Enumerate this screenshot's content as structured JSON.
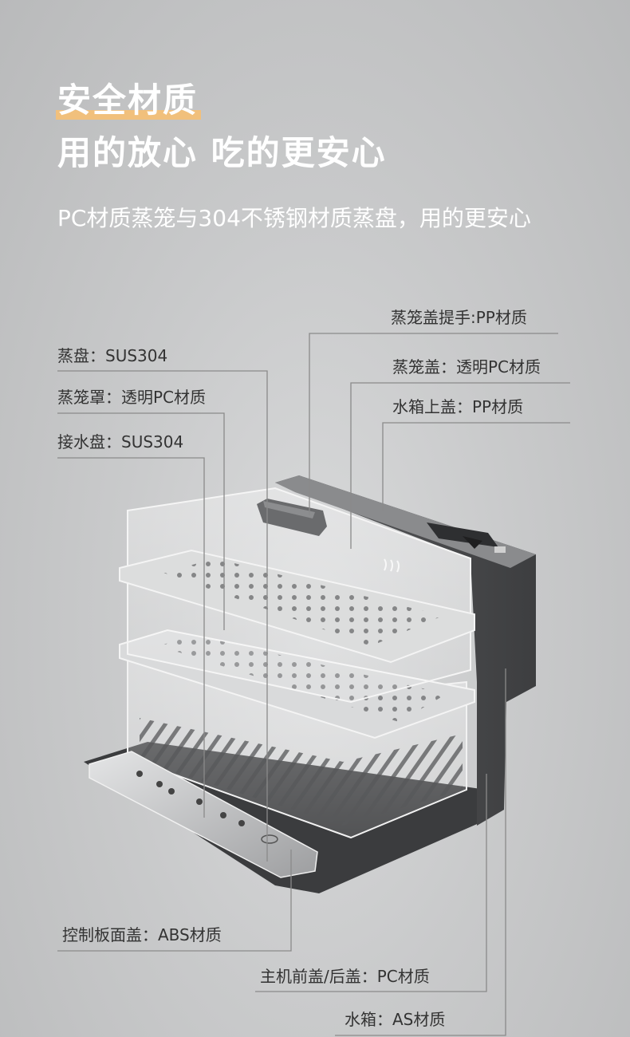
{
  "headline": {
    "tag": "安全材质",
    "slogan": "用的放心  吃的更安心",
    "description": "PC材质蒸笼与304不锈钢材质蒸盘，用的更安心"
  },
  "labels": {
    "handle": "蒸笼盖提手:PP材质",
    "steamer_lid": "蒸笼盖：透明PC材质",
    "tank_top_cover": "水箱上盖：PP材质",
    "steam_tray": "蒸盘：SUS304",
    "steamer_cover": "蒸笼罩：透明PC材质",
    "drip_tray": "接水盘：SUS304",
    "control_panel_cover": "控制板面盖：ABS材质",
    "body_covers": "主机前盖/后盖：PC材质",
    "water_tank": "水箱：AS材质"
  },
  "colors": {
    "highlight": "#f1c07c",
    "headline_text": "#ffffff",
    "label_text": "#333333"
  }
}
